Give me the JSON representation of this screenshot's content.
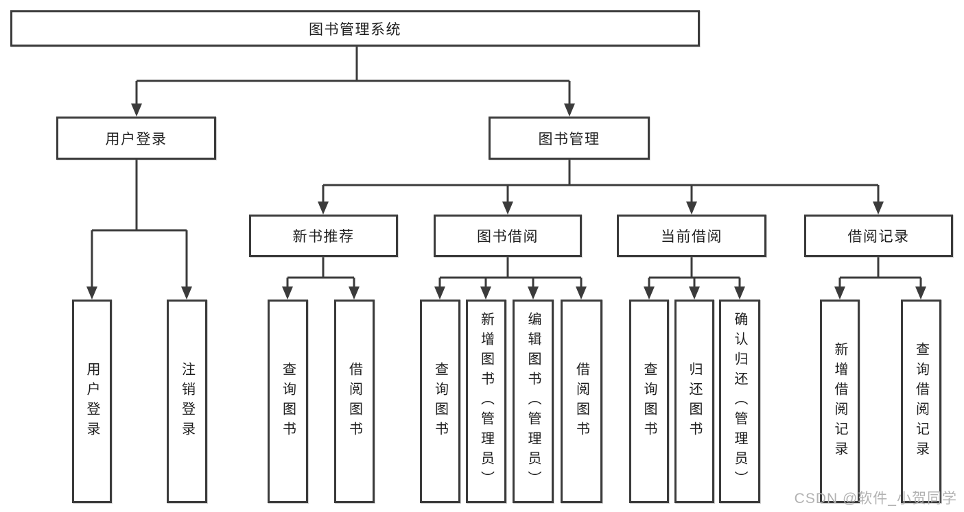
{
  "root": {
    "label": "图书管理系统"
  },
  "level2": [
    {
      "label": "用户登录"
    },
    {
      "label": "图书管理"
    }
  ],
  "level3": [
    {
      "label": "新书推荐"
    },
    {
      "label": "图书借阅"
    },
    {
      "label": "当前借阅"
    },
    {
      "label": "借阅记录"
    }
  ],
  "leaves": [
    {
      "label": "用户登录",
      "parent": "用户登录"
    },
    {
      "label": "注销登录",
      "parent": "用户登录"
    },
    {
      "label": "查询图书",
      "parent": "新书推荐"
    },
    {
      "label": "借阅图书",
      "parent": "新书推荐"
    },
    {
      "label": "查询图书",
      "parent": "图书借阅"
    },
    {
      "label": "新增图书（管理员）",
      "parent": "图书借阅"
    },
    {
      "label": "编辑图书（管理员）",
      "parent": "图书借阅"
    },
    {
      "label": "借阅图书",
      "parent": "图书借阅"
    },
    {
      "label": "查询图书",
      "parent": "当前借阅"
    },
    {
      "label": "归还图书",
      "parent": "当前借阅"
    },
    {
      "label": "确认归还（管理员）",
      "parent": "当前借阅"
    },
    {
      "label": "新增借阅记录",
      "parent": "借阅记录"
    },
    {
      "label": "查询借阅记录",
      "parent": "借阅记录"
    }
  ],
  "watermark": "CSDN @软件_小贺同学",
  "colors": {
    "line": "#3b3b3b",
    "text": "#1f1f1f",
    "box_background": "#ffffff",
    "watermark": "#b2b2b2",
    "page_background": "#ffffff"
  }
}
